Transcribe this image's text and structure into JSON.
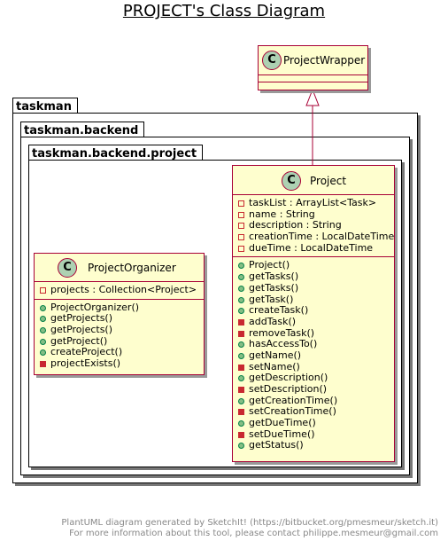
{
  "title": "PROJECT's Class Diagram",
  "packages": {
    "outer": "taskman",
    "middle": "taskman.backend",
    "inner": "taskman.backend.project"
  },
  "classes": {
    "wrapper": {
      "badge": "C",
      "name": "ProjectWrapper"
    },
    "project": {
      "badge": "C",
      "name": "Project",
      "fields": [
        "taskList : ArrayList<Task>",
        "name : String",
        "description : String",
        "creationTime : LocalDateTime",
        "dueTime : LocalDateTime"
      ],
      "methods": [
        "Project()",
        "getTasks()",
        "getTasks()",
        "getTask()",
        "createTask()",
        "addTask()",
        "removeTask()",
        "hasAccessTo()",
        "getName()",
        "setName()",
        "getDescription()",
        "setDescription()",
        "getCreationTime()",
        "setCreationTime()",
        "getDueTime()",
        "setDueTime()",
        "getStatus()"
      ]
    },
    "organizer": {
      "badge": "C",
      "name": "ProjectOrganizer",
      "fields": [
        "projects : Collection<Project>"
      ],
      "methods": [
        "ProjectOrganizer()",
        "getProjects()",
        "getProjects()",
        "getProject()",
        "createProject()",
        "projectExists()"
      ]
    }
  },
  "footer": {
    "line1": "PlantUML diagram generated by SketchIt! (https://bitbucket.org/pmesmeur/sketch.it)",
    "line2": "For more information about this tool, please contact philippe.mesmeur@gmail.com"
  }
}
